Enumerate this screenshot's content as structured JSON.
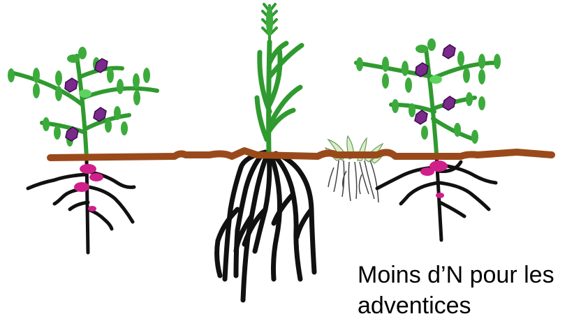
{
  "caption": {
    "line1": "Moins d’N pour les",
    "line2": "adventices"
  },
  "colors": {
    "soil": "#9a4a1a",
    "stem": "#2f9a2f",
    "leaf": "#3cab3c",
    "flower": "#7a2a8a",
    "nodule": "#d0208a",
    "root": "#111111",
    "weed": "#d9efc9"
  },
  "elements": {
    "left_plant": "legume-plant",
    "center_plant": "cereal-plant",
    "weed": "weed-seedling",
    "right_plant": "legume-plant"
  }
}
